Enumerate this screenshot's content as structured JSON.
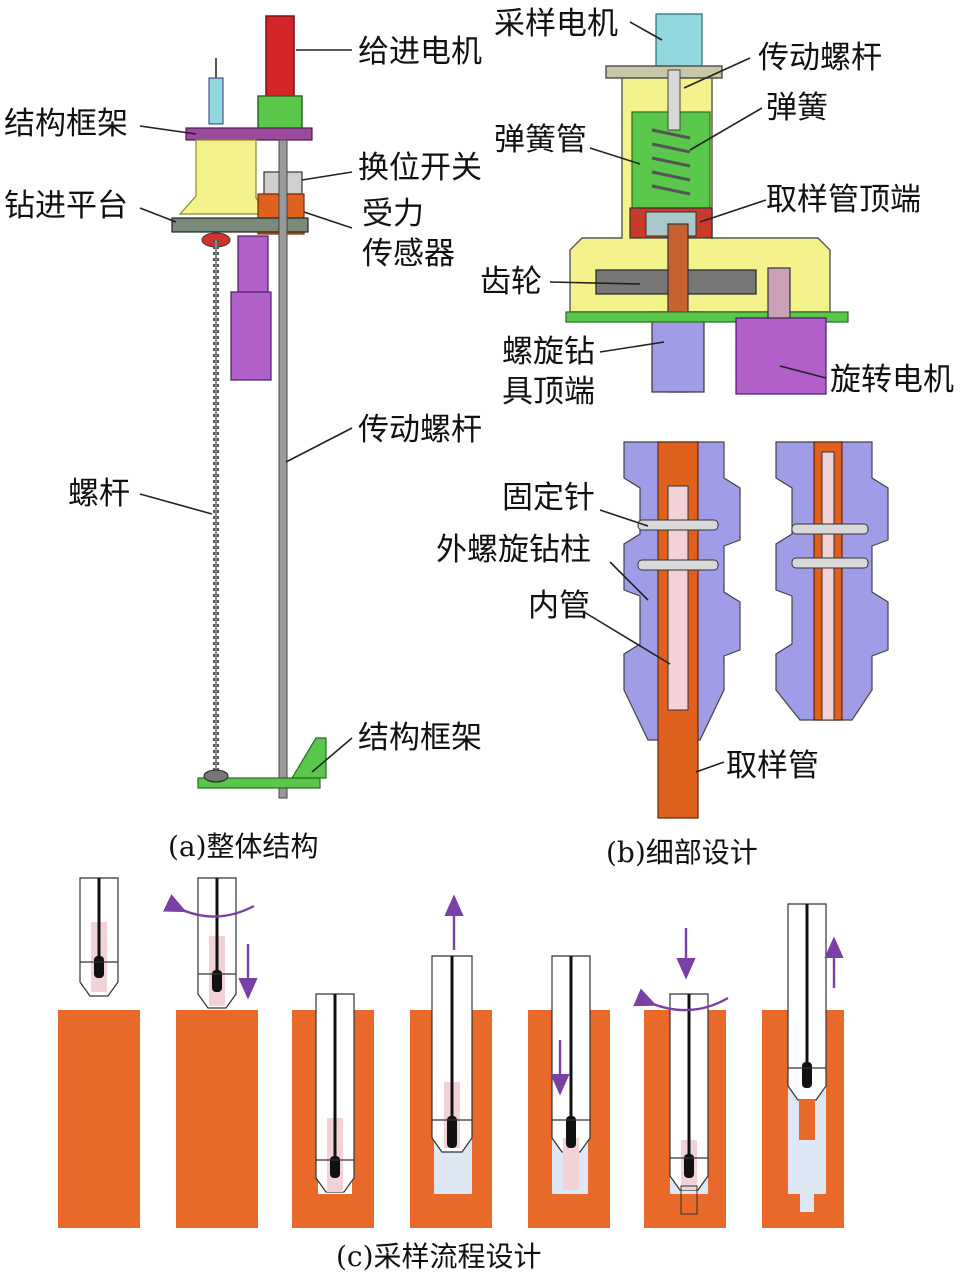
{
  "labels": {
    "a_feed_motor": "给进电机",
    "a_frame_top": "结构框架",
    "a_switch": "换位开关",
    "a_platform": "钻进平台",
    "a_force_sensor_1": "受力",
    "a_force_sensor_2": "传感器",
    "a_drive_screw": "传动螺杆",
    "a_screw": "螺杆",
    "a_frame_bottom": "结构框架",
    "b_sampling_motor": "采样电机",
    "b_drive_screw": "传动螺杆",
    "b_spring": "弹簧",
    "b_spring_tube": "弹簧管",
    "b_tube_top": "取样管顶端",
    "b_gear": "齿轮",
    "b_bit_top_1": "螺旋钻",
    "b_bit_top_2": "具顶端",
    "b_rotary_motor": "旋转电机",
    "b_pin": "固定针",
    "b_outer_column": "外螺旋钻柱",
    "b_inner_tube": "内管",
    "b_sample_tube": "取样管"
  },
  "captions": {
    "a": "(a)整体结构",
    "b": "(b)细部设计",
    "c": "(c)采样流程设计"
  },
  "colors": {
    "soil": "#e8692a",
    "purple": "#b060c8",
    "yellow": "#f4f28a",
    "green": "#59c84a",
    "red": "#d4242a",
    "cyan": "#8fd8de",
    "orange": "#e0601e",
    "lavender": "#a09ce8",
    "pink": "#f2d2d6",
    "arrow": "#7b3fa8"
  }
}
